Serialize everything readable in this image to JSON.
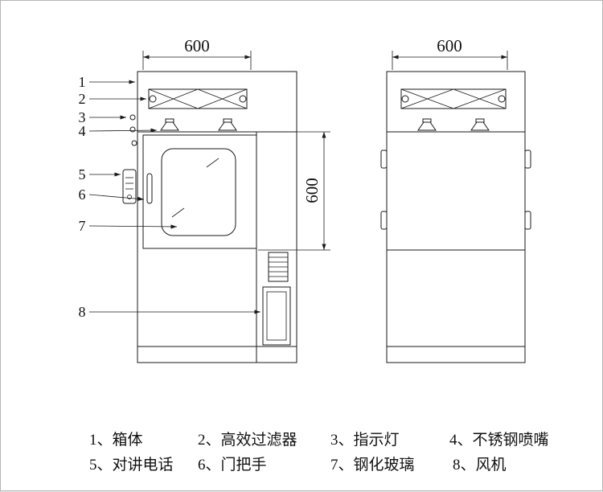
{
  "dimensions": {
    "front_width": "600",
    "chamber_height": "600",
    "side_depth": "600"
  },
  "callouts": [
    "1",
    "2",
    "3",
    "4",
    "5",
    "6",
    "7",
    "8"
  ],
  "legend": [
    "1、箱体",
    "2、高效过滤器",
    "3、指示灯",
    "4、不锈钢喷嘴",
    "5、对讲电话",
    "6、门把手",
    "7、钢化玻璃",
    "8、风机"
  ],
  "colors": {
    "line": "#1a1a1a",
    "background": "#ffffff"
  }
}
